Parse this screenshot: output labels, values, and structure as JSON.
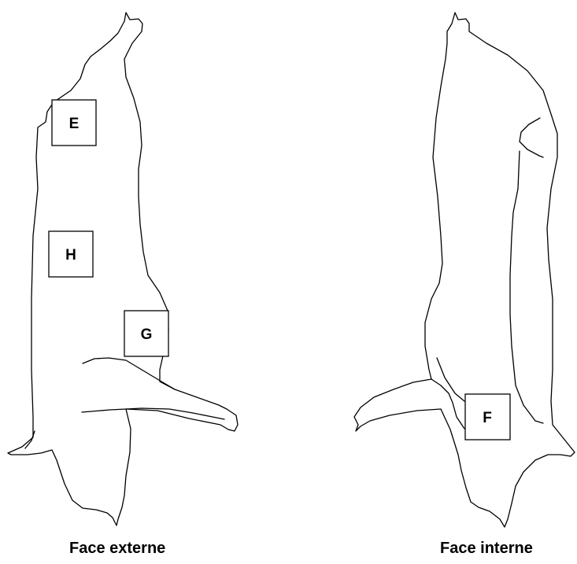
{
  "zones": {
    "e": "E",
    "h": "H",
    "g": "G",
    "f": "F"
  },
  "captions": {
    "external": "Face externe",
    "internal": "Face interne"
  },
  "colors": {
    "outline": "#000000",
    "background": "#ffffff"
  }
}
